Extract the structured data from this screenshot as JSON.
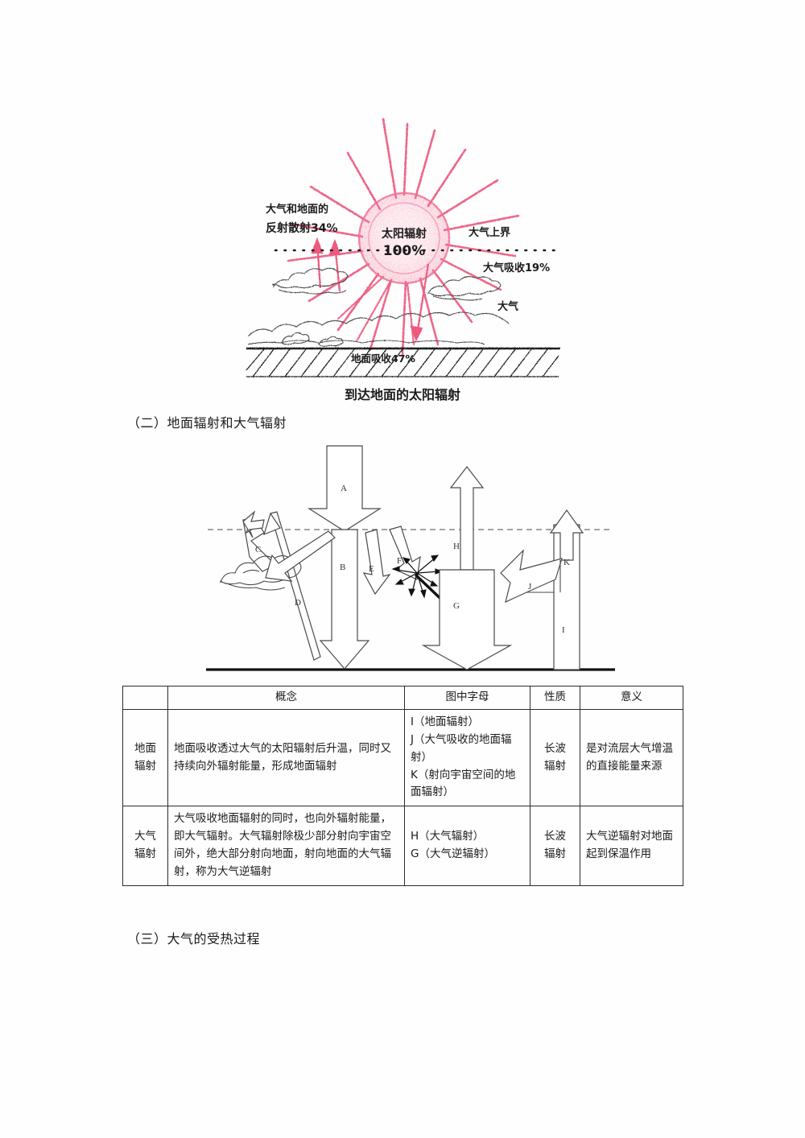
{
  "document": {
    "figure_solar": {
      "caption": "到达地面的太阳辐射",
      "sun_label_line1": "太阳辐射",
      "sun_label_line2": "100%",
      "label_reflect_line1": "大气和地面的",
      "label_reflect_line2": "反射散射34%",
      "label_atmosphere_top": "大气上界",
      "label_absorb_atmosphere": "大气吸收19%",
      "label_atmosphere": "大气",
      "label_absorb_ground": "地面吸收47%",
      "sun_color": "#f26d8f",
      "ray_color": "#ec5a7e"
    },
    "heading_2": "（二）地面辐射和大气辐射",
    "heading_3": "（三）大气的受热过程",
    "figure_arrows": {
      "letters": [
        "A",
        "B",
        "C",
        "D",
        "E",
        "F",
        "G",
        "H",
        "I",
        "J",
        "K"
      ],
      "letter_a": "A",
      "letter_b": "B",
      "letter_c": "C",
      "letter_d": "D",
      "letter_e": "E",
      "letter_f": "F",
      "letter_g": "G",
      "letter_h": "H",
      "letter_i": "I",
      "letter_j": "J",
      "letter_k": "K"
    },
    "table": {
      "headers": [
        "",
        "概念",
        "图中字母",
        "性质",
        "意义"
      ],
      "header_blank": "",
      "header_concept": "概念",
      "header_letters": "图中字母",
      "header_nature": "性质",
      "header_meaning": "意义",
      "rows": [
        {
          "category": "地面\n辐射",
          "category_line1": "地面",
          "category_line2": "辐射",
          "concept": "地面吸收透过大气的太阳辐射后升温，同时又持续向外辐射能量，形成地面辐射",
          "letters_line1": "I（地面辐射）",
          "letters_line2": "J（大气吸收的地面辐射）",
          "letters_line3": "K（射向宇宙空间的地面辐射）",
          "nature_line1": "长波",
          "nature_line2": "辐射",
          "meaning": "是对流层大气增温的直接能量来源"
        },
        {
          "category_line1": "大气",
          "category_line2": "辐射",
          "concept": "大气吸收地面辐射的同时，也向外辐射能量，即大气辐射。大气辐射除极少部分射向宇宙空间外，绝大部分射向地面，射向地面的大气辐射，称为大气逆辐射",
          "letters_line1": "H（大气辐射）",
          "letters_line2": "G（大气逆辐射）",
          "letters_line3": "",
          "nature_line1": "长波",
          "nature_line2": "辐射",
          "meaning": "大气逆辐射对地面起到保温作用"
        }
      ]
    }
  }
}
